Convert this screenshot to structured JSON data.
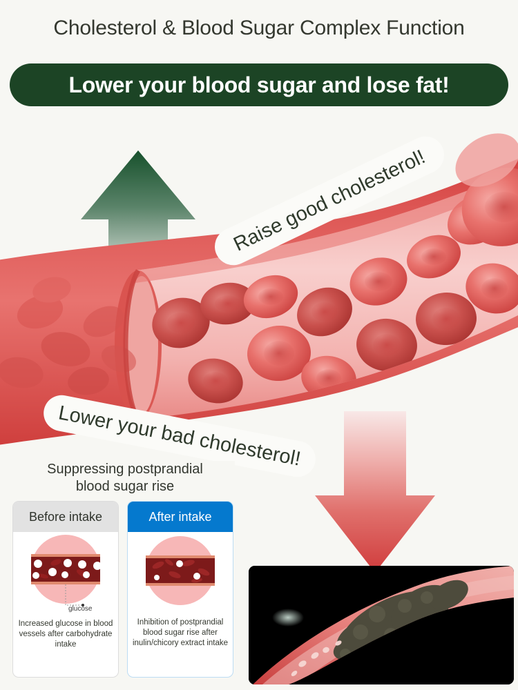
{
  "header": {
    "title": "Cholesterol & Blood Sugar Complex Function",
    "banner_text": "Lower your blood sugar and lose fat!",
    "banner_color": "#1c4425",
    "title_color": "#34382f"
  },
  "callouts": {
    "good": "Raise good cholesterol!",
    "bad": "Lower your bad cholesterol!"
  },
  "arrows": {
    "up": {
      "name": "up-arrow",
      "color_top": "#1e5030",
      "color_bottom": "#f1f3ef",
      "direction": "up"
    },
    "down": {
      "name": "down-arrow",
      "color_top": "#f6e3e2",
      "color_bottom": "#d8403f",
      "direction": "down"
    }
  },
  "illustration": {
    "name": "blood-vessel-with-red-blood-cells",
    "vessel_color": "#d8423f",
    "plasma_color": "#f2a6a3",
    "cell_color": "#e0514d"
  },
  "comparison": {
    "heading_line1": "Suppressing postprandial",
    "heading_line2": "blood sugar rise",
    "before": {
      "title": "Before intake",
      "header_bg": "#e2e2e2",
      "caption": "Increased glucose in blood vessels after carbohydrate intake",
      "annotation": "glucose"
    },
    "after": {
      "title": "After intake",
      "header_bg": "#0579ce",
      "caption": "Inhibition of postprandial blood sugar rise after inulin/chicory extract intake"
    }
  },
  "photo": {
    "name": "artery-plaque-photo",
    "background": "#000000"
  }
}
